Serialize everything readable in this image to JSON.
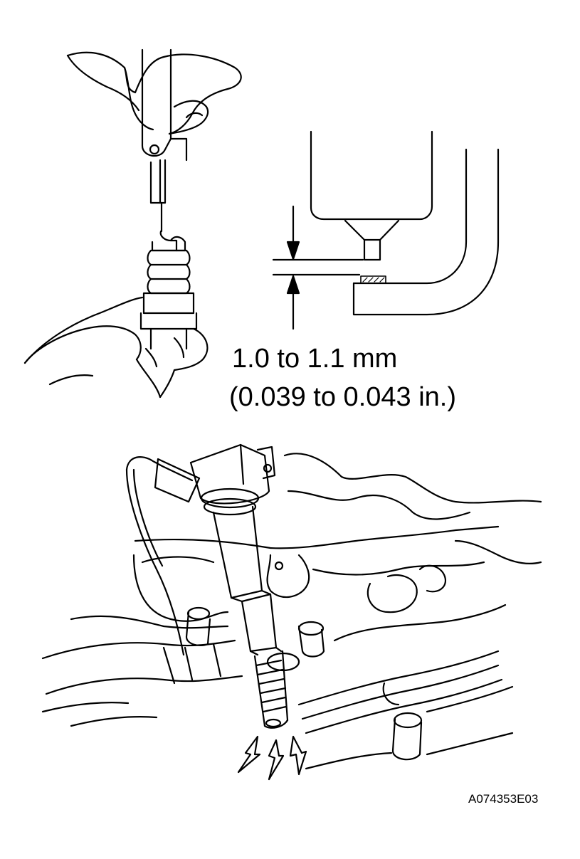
{
  "gap_spec": {
    "metric": "1.0 to 1.1 mm",
    "imperial": "(0.039 to 0.043 in.)"
  },
  "figure_id": "A074353E03",
  "colors": {
    "ink": "#000000",
    "paper": "#ffffff"
  },
  "illustrations": {
    "top_left": "gap-gauge-measuring-spark-plug-icon",
    "top_right": "electrode-gap-cross-section-icon",
    "bottom": "ignition-coil-spark-test-icon"
  }
}
